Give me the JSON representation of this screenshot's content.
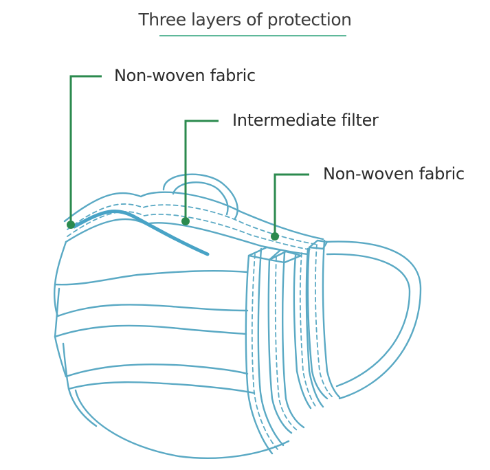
{
  "title": "Three layers of protection",
  "colors": {
    "outline": "#5aa9c4",
    "accent": "#48a3c6",
    "callout": "#2b8a4e",
    "text": "#2b2b2b",
    "title_rule": "#5fb89a"
  },
  "callouts": [
    {
      "label": "Non-woven fabric"
    },
    {
      "label": "Intermediate filter"
    },
    {
      "label": "Non-woven fabric"
    }
  ]
}
